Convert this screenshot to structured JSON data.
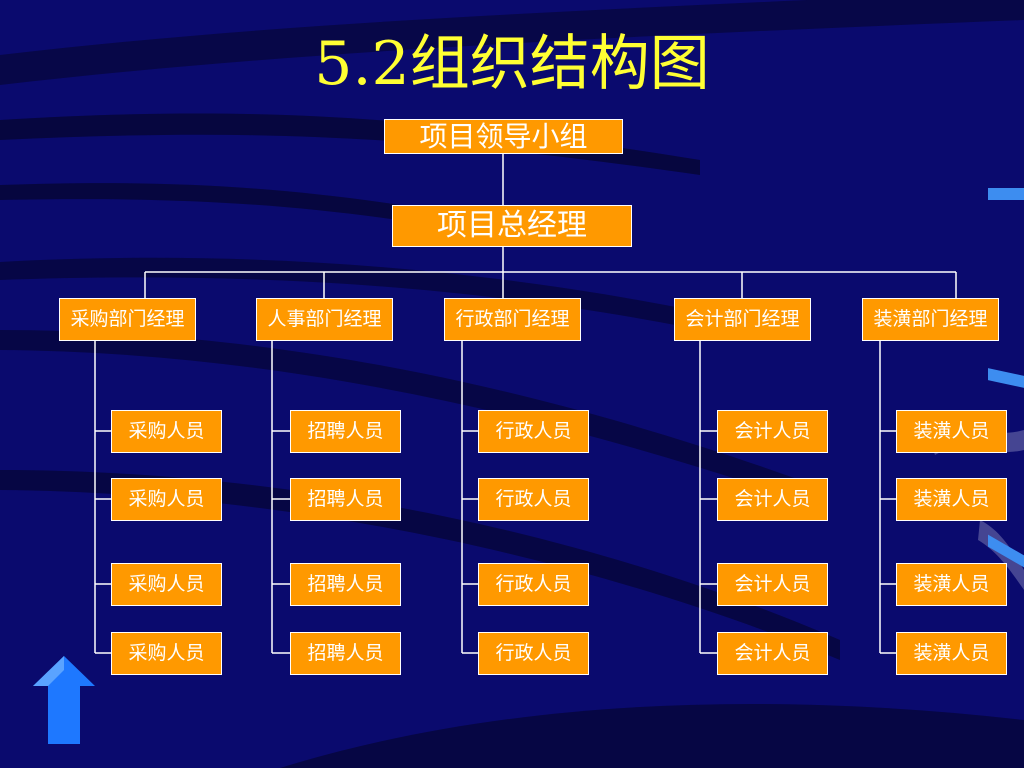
{
  "title": "5.2组织结构图",
  "leader": "项目领导小组",
  "general_manager": "项目总经理",
  "departments": [
    {
      "label": "采购部门经理",
      "staff": [
        "采购人员",
        "采购人员",
        "采购人员",
        "采购人员"
      ]
    },
    {
      "label": "人事部门经理",
      "staff": [
        "招聘人员",
        "招聘人员",
        "招聘人员",
        "招聘人员"
      ]
    },
    {
      "label": "行政部门经理",
      "staff": [
        "行政人员",
        "行政人员",
        "行政人员",
        "行政人员"
      ]
    },
    {
      "label": "会计部门经理",
      "staff": [
        "会计人员",
        "会计人员",
        "会计人员",
        "会计人员"
      ]
    },
    {
      "label": "装潢部门经理",
      "staff": [
        "装潢人员",
        "装潢人员",
        "装潢人员",
        "装潢人员"
      ]
    }
  ],
  "colors": {
    "background": "#0a0a6e",
    "title": "#ffff33",
    "box_fill": "#ff9900",
    "box_text": "#ffffff",
    "connector": "#ffffff",
    "nav_arrow": "#1e78ff"
  },
  "icons": {
    "nav": "up-arrow-icon"
  }
}
